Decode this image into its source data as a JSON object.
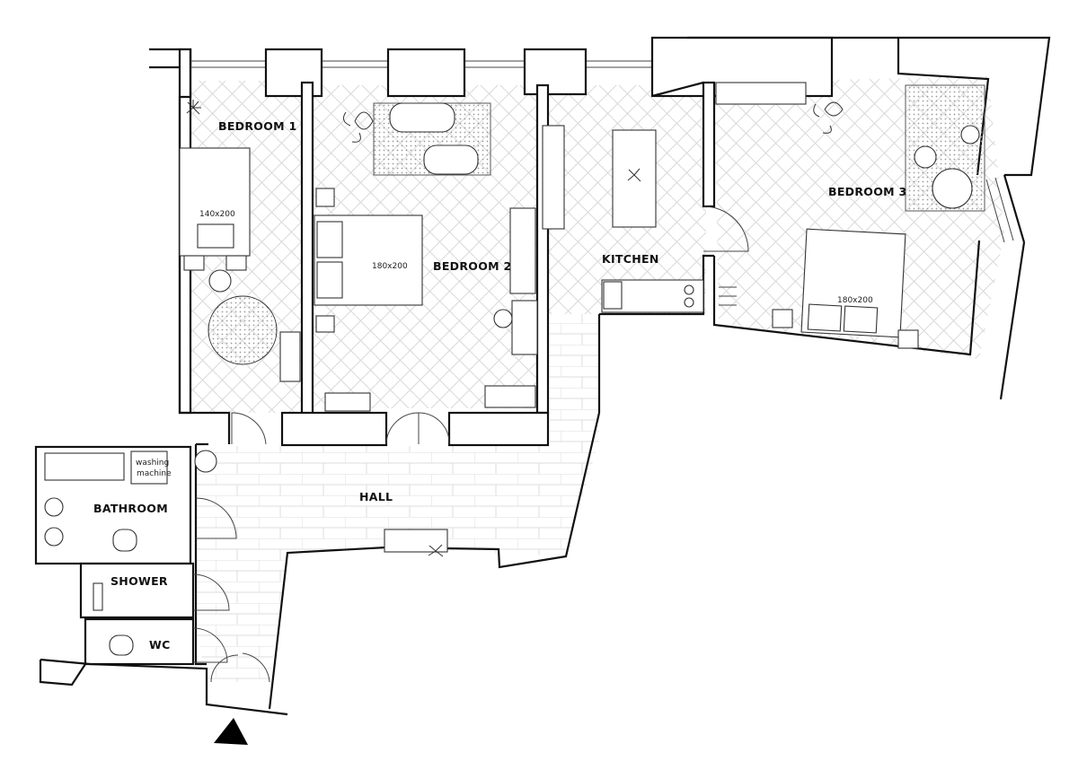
{
  "rooms": {
    "bedroom1": "BEDROOM 1",
    "bedroom2": "BEDROOM 2",
    "bedroom3": "BEDROOM 3",
    "kitchen": "KITCHEN",
    "hall": "HALL",
    "bathroom": "BATHROOM",
    "shower": "SHOWER",
    "wc": "WC"
  },
  "beds": {
    "bedroom1": "140x200",
    "bedroom2": "180x200",
    "bedroom3": "180x200"
  },
  "appliances": {
    "washing_line1": "washing",
    "washing_line2": "machine"
  },
  "colors": {
    "wall": "#111111",
    "floor_pattern": "#d9d9d9",
    "background": "#ffffff"
  },
  "icons": {
    "entrance": "entrance-arrow-icon",
    "plant": "plant-icon"
  }
}
